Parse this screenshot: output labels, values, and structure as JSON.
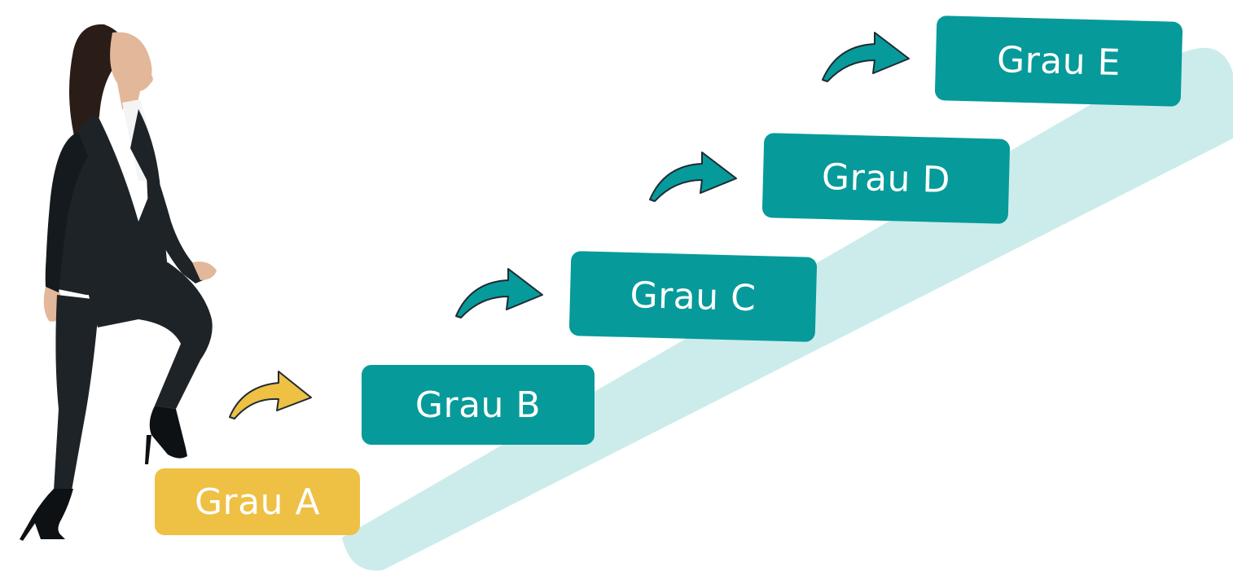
{
  "colors": {
    "accent_teal": "#079A9A",
    "accent_yellow": "#EEC044",
    "stair_band": "#CCECEC",
    "suit": "#1E2328",
    "skin": "#E3B79A",
    "hair": "#2A1C16",
    "outline": "#1F2A33"
  },
  "steps": [
    {
      "label": "Grau A",
      "color": "#EEC044"
    },
    {
      "label": "Grau B",
      "color": "#079A9A"
    },
    {
      "label": "Grau C",
      "color": "#079A9A"
    },
    {
      "label": "Grau D",
      "color": "#079A9A"
    },
    {
      "label": "Grau E",
      "color": "#079A9A"
    }
  ],
  "arrows": [
    {
      "icon": "curved-arrow-right-icon",
      "color": "#EEC044"
    },
    {
      "icon": "curved-arrow-right-icon",
      "color": "#079A9A"
    },
    {
      "icon": "curved-arrow-right-icon",
      "color": "#079A9A"
    },
    {
      "icon": "curved-arrow-right-icon",
      "color": "#079A9A"
    }
  ],
  "figure": {
    "icon": "businesswoman-climbing-icon"
  }
}
